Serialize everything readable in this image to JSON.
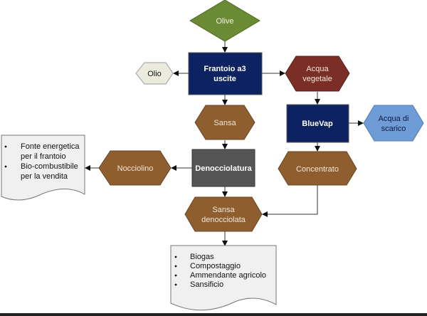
{
  "diagram": {
    "nodes": {
      "olive": {
        "label": "Olive",
        "shape": "diamond",
        "color": "#6b8a34"
      },
      "frantoio": {
        "line1": "Frantoio a3",
        "line2": "uscite",
        "shape": "rectangle",
        "color": "#0d2260"
      },
      "olio": {
        "label": "Olio",
        "shape": "hexagon",
        "color": "#ececde"
      },
      "acqua_vegetale": {
        "line1": "Acqua",
        "line2": "vegetale",
        "shape": "hexagon",
        "color": "#7a2e26"
      },
      "sansa": {
        "label": "Sansa",
        "shape": "hexagon",
        "color": "#8f5e2e"
      },
      "bluevap": {
        "label": "BlueVap",
        "shape": "rectangle",
        "color": "#0d2260"
      },
      "acqua_scarico": {
        "line1": "Acqua di",
        "line2": "scarico",
        "shape": "hexagon",
        "color": "#6f9bd6"
      },
      "denocciolatura": {
        "label": "Denocciolatura",
        "shape": "rectangle",
        "color": "#555555"
      },
      "nocciolino": {
        "label": "Nocciolino",
        "shape": "hexagon",
        "color": "#8f5e2e"
      },
      "concentrato": {
        "label": "Concentrato",
        "shape": "hexagon",
        "color": "#8f5e2e"
      },
      "sansa_denocciolata": {
        "line1": "Sansa",
        "line2": "denocciolata",
        "shape": "hexagon",
        "color": "#8f5e2e"
      }
    },
    "documents": {
      "nocciolino_uses": {
        "items": [
          "Fonte energetica",
          "per il frantoio",
          "Bio-combustibile",
          "per la vendita"
        ],
        "bullets": [
          true,
          false,
          true,
          false
        ]
      },
      "sansa_uses": {
        "items": [
          "Biogas",
          "Compostaggio",
          "Ammendante agricolo",
          "Sansificio"
        ]
      }
    },
    "edges": [
      {
        "from": "olive",
        "to": "frantoio"
      },
      {
        "from": "frantoio",
        "to": "olio"
      },
      {
        "from": "frantoio",
        "to": "acqua_vegetale"
      },
      {
        "from": "frantoio",
        "to": "sansa"
      },
      {
        "from": "acqua_vegetale",
        "to": "bluevap"
      },
      {
        "from": "bluevap",
        "to": "acqua_scarico"
      },
      {
        "from": "bluevap",
        "to": "concentrato"
      },
      {
        "from": "sansa",
        "to": "denocciolatura"
      },
      {
        "from": "denocciolatura",
        "to": "nocciolino"
      },
      {
        "from": "nocciolino",
        "to": "nocciolino_uses"
      },
      {
        "from": "denocciolatura",
        "to": "sansa_denocciolata"
      },
      {
        "from": "concentrato",
        "to": "sansa_denocciolata"
      },
      {
        "from": "sansa_denocciolata",
        "to": "sansa_uses"
      }
    ],
    "colors": {
      "line": "#333333",
      "document_fill": "#f0f0f0",
      "document_stroke": "#777777",
      "light_text": "#f2e6d8",
      "dark_text": "#111111"
    }
  }
}
